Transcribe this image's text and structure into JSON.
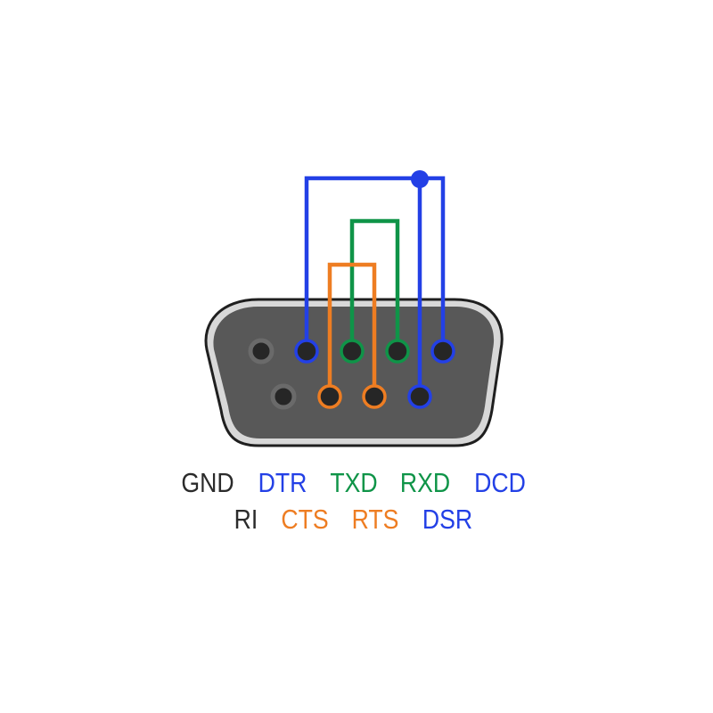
{
  "colors": {
    "blue": "#2340e6",
    "green": "#0f9448",
    "orange": "#ee7d22",
    "dark": "#2b2b2b",
    "connector_outline": "#1f1f1f",
    "connector_bevel": "#d8d8d8",
    "connector_face": "#585858",
    "pin_fill": "#262626",
    "unused_pin_ring": "#6a6a6a"
  },
  "labels_row1": [
    {
      "text": "GND",
      "color": "dark"
    },
    {
      "text": "DTR",
      "color": "blue"
    },
    {
      "text": "TXD",
      "color": "green"
    },
    {
      "text": "RXD",
      "color": "green"
    },
    {
      "text": "DCD",
      "color": "blue"
    }
  ],
  "labels_row2": [
    {
      "text": "RI",
      "color": "dark"
    },
    {
      "text": "CTS",
      "color": "orange"
    },
    {
      "text": "RTS",
      "color": "orange"
    },
    {
      "text": "DSR",
      "color": "blue"
    }
  ],
  "pins_row1": [
    {
      "signal": "GND",
      "color": "unused"
    },
    {
      "signal": "DTR",
      "color": "blue"
    },
    {
      "signal": "TXD",
      "color": "green"
    },
    {
      "signal": "RXD",
      "color": "green"
    },
    {
      "signal": "DCD",
      "color": "blue"
    }
  ],
  "pins_row2": [
    {
      "signal": "RI",
      "color": "unused"
    },
    {
      "signal": "CTS",
      "color": "orange"
    },
    {
      "signal": "RTS",
      "color": "orange"
    },
    {
      "signal": "DSR",
      "color": "blue"
    }
  ],
  "loopbacks": [
    {
      "name": "txd-rxd",
      "color": "green",
      "connects": [
        "TXD",
        "RXD"
      ]
    },
    {
      "name": "cts-rts",
      "color": "orange",
      "connects": [
        "CTS",
        "RTS"
      ]
    },
    {
      "name": "dtr-dcd-dsr",
      "color": "blue",
      "connects": [
        "DTR",
        "DCD",
        "DSR"
      ]
    }
  ]
}
